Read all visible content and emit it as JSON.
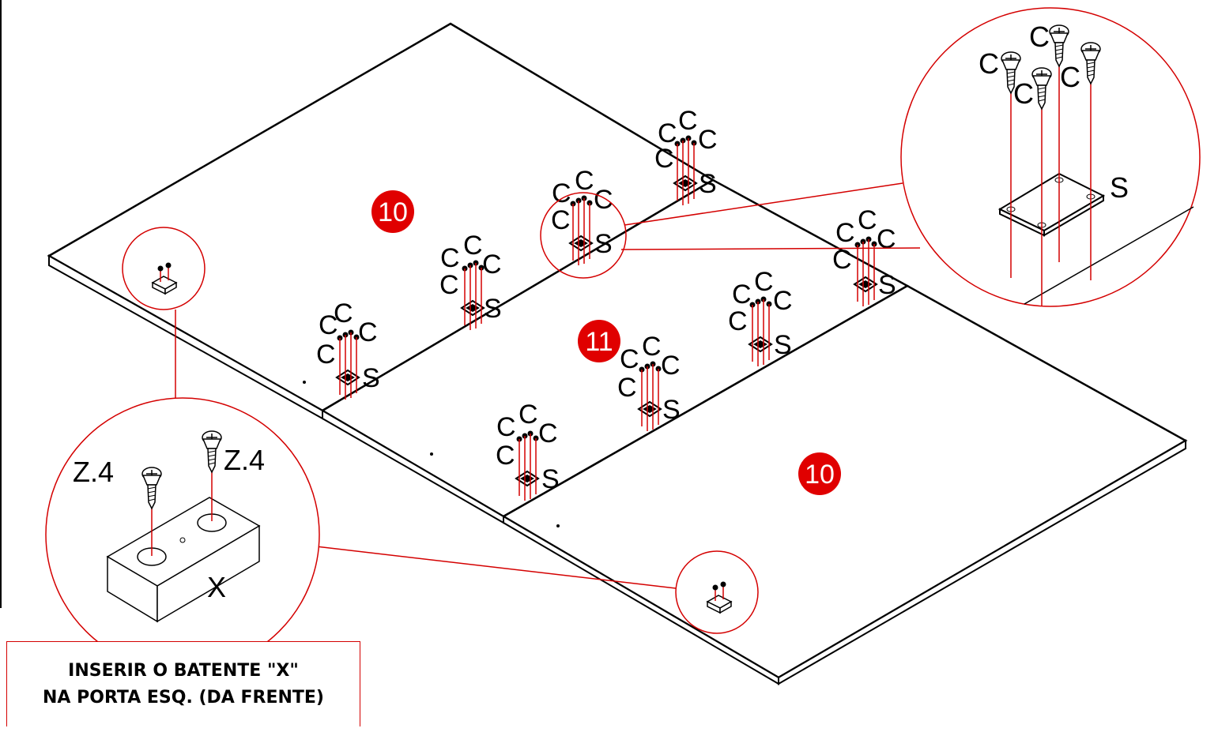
{
  "parts": {
    "panel_left": "10",
    "panel_middle": "11",
    "panel_right": "10"
  },
  "labels": {
    "screw": "C",
    "plate": "S",
    "stop_screw": "Z.4",
    "stop_block": "X"
  },
  "note": {
    "line1": "INSERIR O BATENTE \"X\"",
    "line2": "NA PORTA ESQ. (DA FRENTE)"
  },
  "colors": {
    "leader": "#d40000",
    "badge": "#e00000",
    "outline": "#000000"
  }
}
